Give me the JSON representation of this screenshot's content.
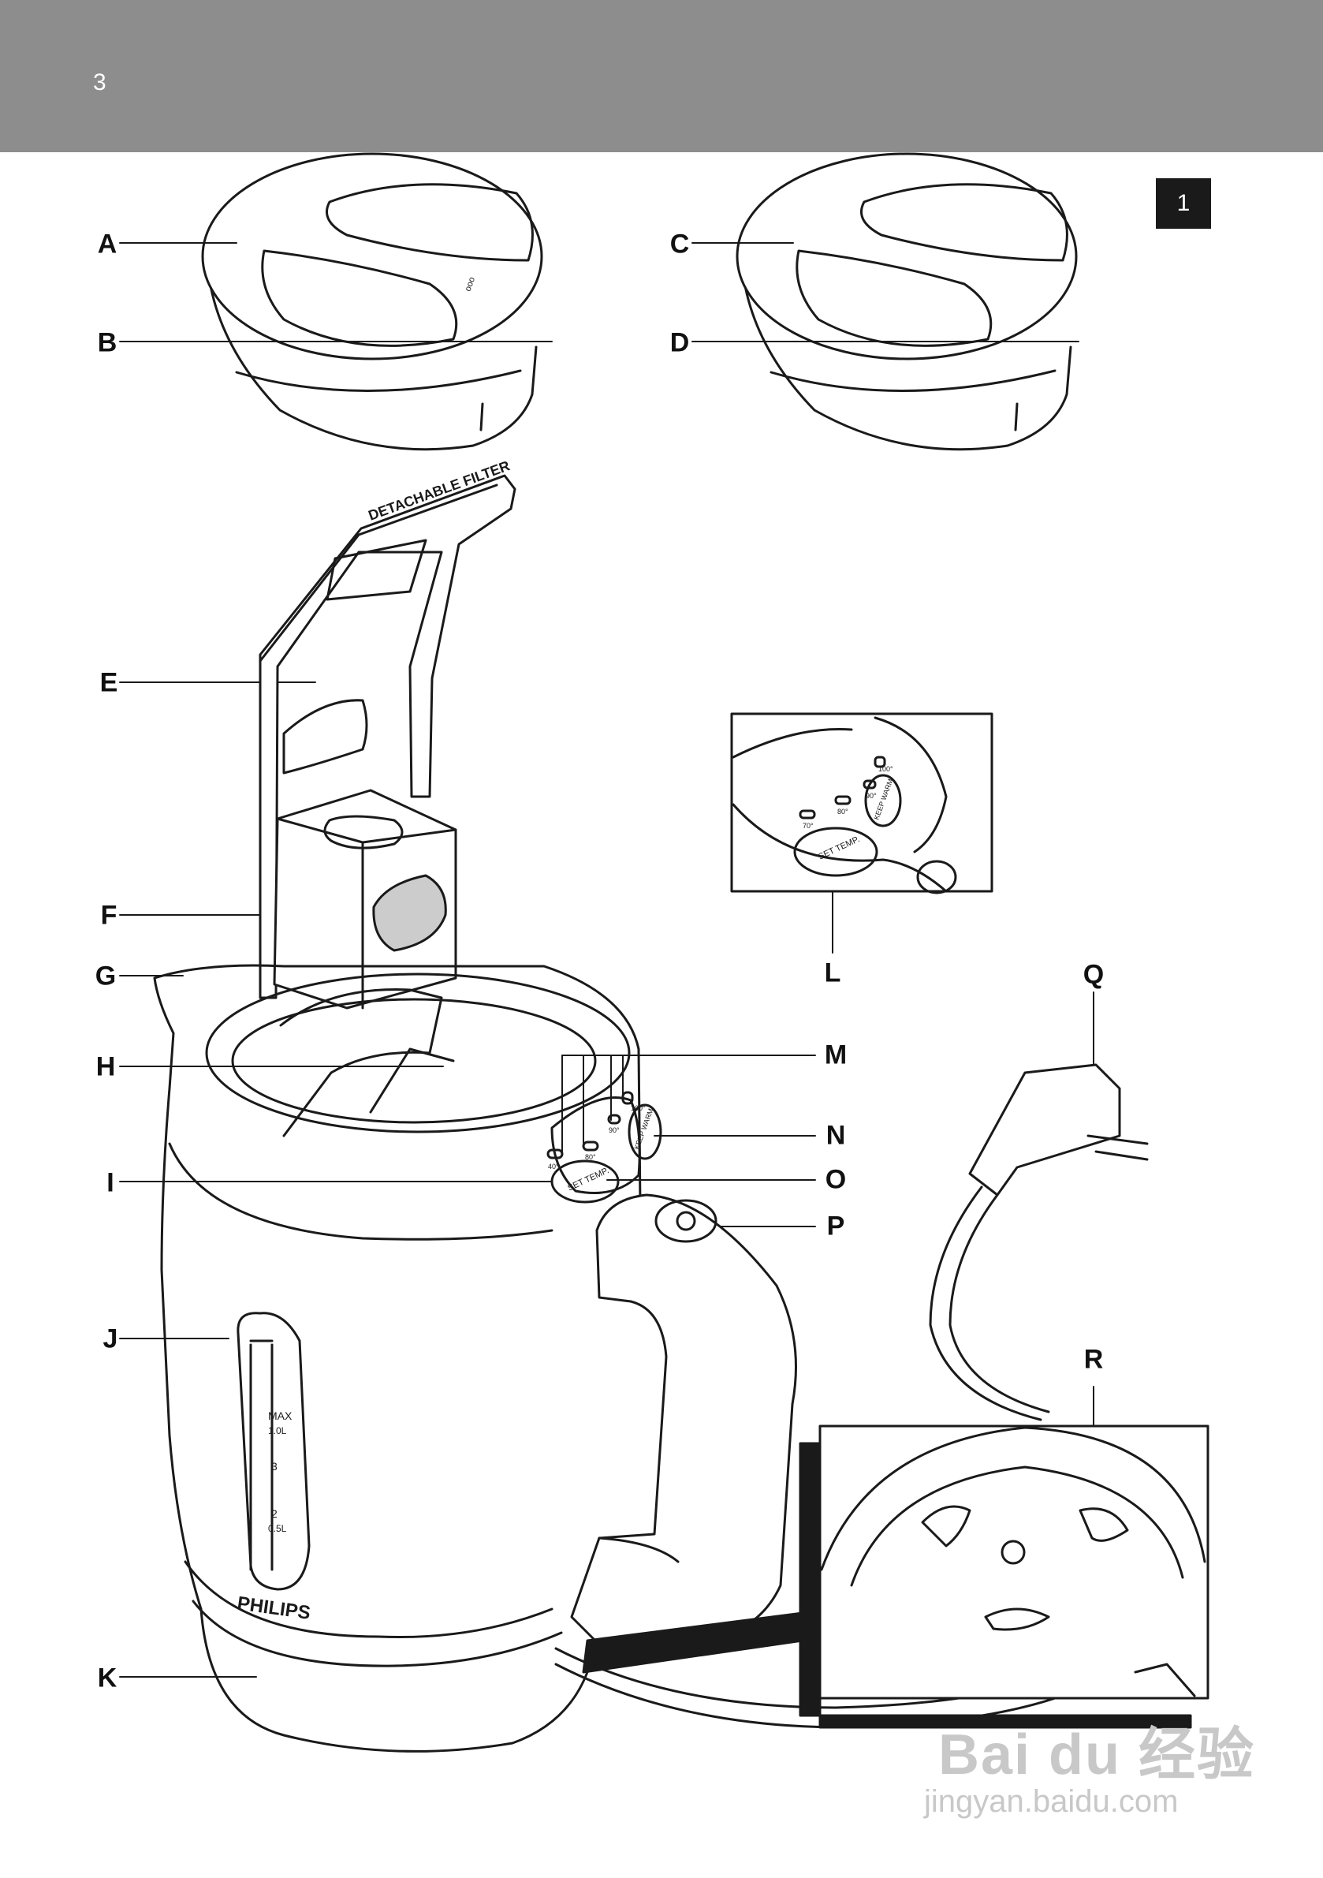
{
  "header": {
    "page_number": "3"
  },
  "figure_badge": "1",
  "callouts": {
    "A": "A",
    "B": "B",
    "C": "C",
    "D": "D",
    "E": "E",
    "F": "F",
    "G": "G",
    "H": "H",
    "I": "I",
    "J": "J",
    "K": "K",
    "L": "L",
    "M": "M",
    "N": "N",
    "O": "O",
    "P": "P",
    "Q": "Q",
    "R": "R"
  },
  "product_text": {
    "filter_label": "DETACHABLE FILTER",
    "brand": "PHILIPS",
    "set_temp": "SET TEMP.",
    "keep_warm": "KEEP WARM",
    "temps": [
      "40°",
      "80°",
      "90°",
      "100°"
    ],
    "inset_temps": [
      "70°",
      "80°",
      "90°",
      "100°"
    ],
    "water_levels": [
      {
        "cups": "MAX",
        "litres": "1.0L"
      },
      {
        "cups": "3",
        "litres": ""
      },
      {
        "cups": "2",
        "litres": "0.5L"
      }
    ]
  },
  "watermark": {
    "logo": "Bai du 经验",
    "url": "jingyan.baidu.com"
  },
  "colors": {
    "header": "#8d8d8d",
    "line": "#1a1a1a",
    "badge": "#1a1a1a"
  }
}
